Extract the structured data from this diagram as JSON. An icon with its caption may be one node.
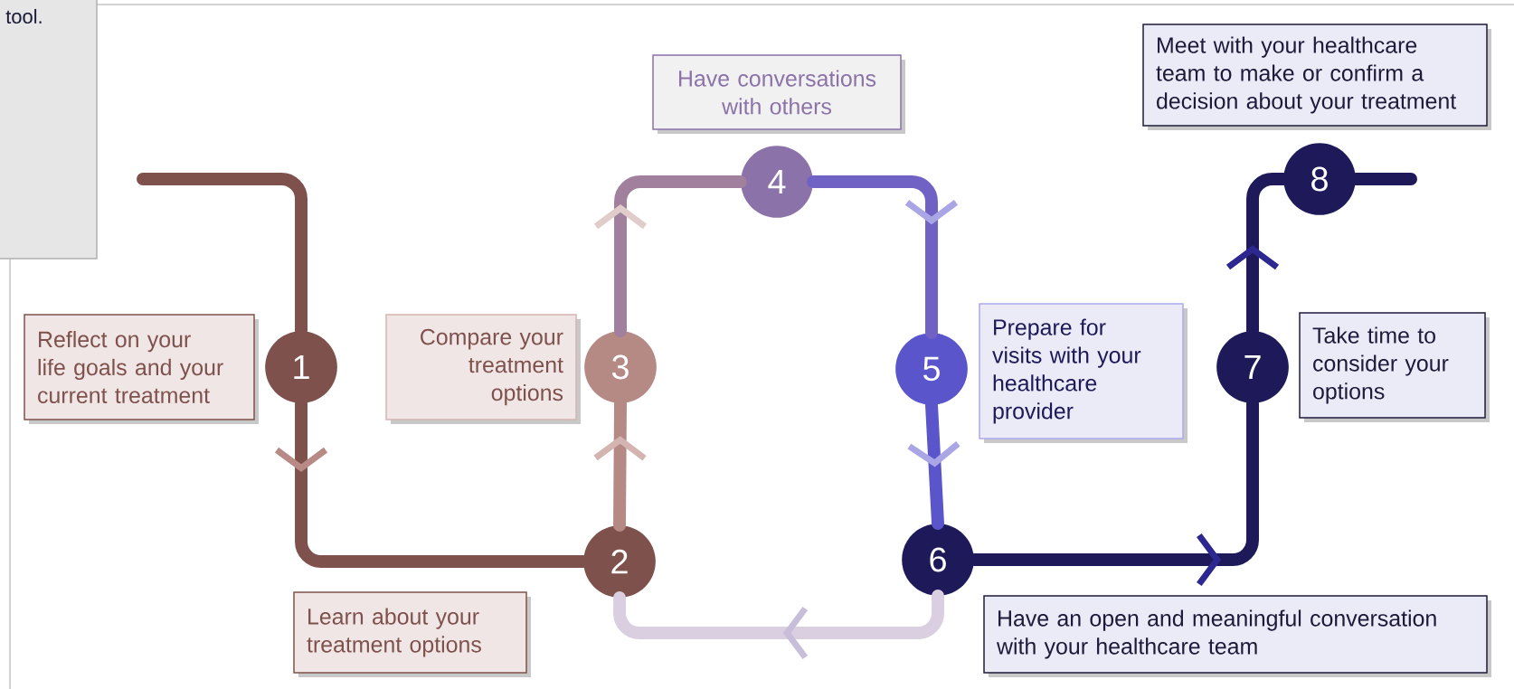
{
  "diagram": {
    "nodes": [
      {
        "text": [
          "1"
        ]
      },
      {
        "text": [
          "2"
        ]
      },
      {
        "text": [
          "3"
        ]
      },
      {
        "text": [
          "4"
        ]
      },
      {
        "text": [
          "5"
        ]
      },
      {
        "text": [
          "6"
        ]
      },
      {
        "text": [
          "7"
        ]
      },
      {
        "text": [
          "8"
        ]
      },
      {
        "text": [
          "Reflect on your life goals and your current treatment"
        ]
      },
      {
        "text": [
          "Learn about your treatment options"
        ]
      },
      {
        "text": [
          "Compare your treatment options"
        ]
      },
      {
        "text": [
          "Have conversations with others"
        ]
      },
      {
        "text": [
          "Prepare for visits with your healthcare provider"
        ]
      },
      {
        "text": [
          "Have an open and meaningful conversation with your healthcare team"
        ]
      },
      {
        "text": [
          "Take time to consider your options"
        ]
      },
      {
        "text": [
          "Meet with your healthcare team to make or confirm a decision about your treatment"
        ]
      }
    ],
    "edges": [
      {
        "from": null,
        "to": 0,
        "arrow": "none",
        "color": "#7f514c"
      },
      {
        "from": 0,
        "to": 1,
        "arrow": "to",
        "color": "#7f514c"
      },
      {
        "from": 1,
        "to": 2,
        "arrow": "to",
        "color": "#b58984"
      },
      {
        "from": 2,
        "to": 3,
        "arrow": "to",
        "color": "#a0809c"
      },
      {
        "from": 3,
        "to": 4,
        "arrow": "to",
        "color": "#6f62c4"
      },
      {
        "from": 4,
        "to": 5,
        "arrow": "to",
        "color": "#5b55cc"
      },
      {
        "from": 5,
        "to": 1,
        "arrow": "to",
        "color": "#d9cfe0"
      },
      {
        "from": 5,
        "to": 6,
        "arrow": "to",
        "color": "#1e1a5a"
      },
      {
        "from": 6,
        "to": 7,
        "arrow": "to",
        "color": "#1e1a5a"
      },
      {
        "from": 7,
        "to": null,
        "arrow": "none",
        "color": "#1e1a5a"
      }
    ],
    "labels": [
      "tool."
    ]
  }
}
